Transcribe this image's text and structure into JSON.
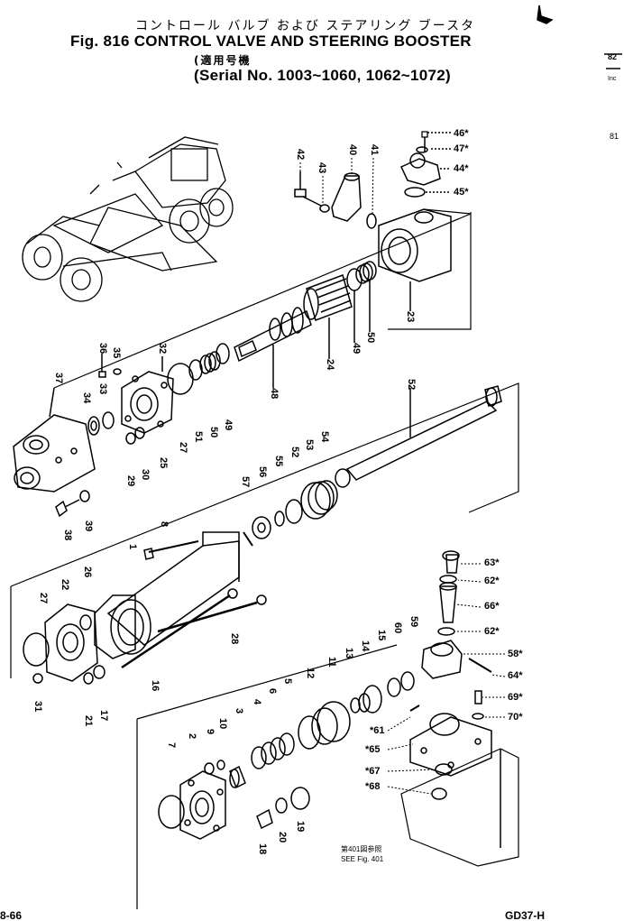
{
  "header": {
    "title_jp": "コントロール バルブ および ステアリング ブースタ",
    "title_en": "Fig. 816 CONTROL VALVE AND STEERING BOOSTER",
    "serial_jp": "(適用号機",
    "serial_en": "(Serial No. 1003~1060, 1062~1072)"
  },
  "margin_notes": {
    "top_right_1": "82",
    "top_right_2": "Inc",
    "right_page": "81"
  },
  "see_note": {
    "line1": "第401図参照",
    "line2": "SEE Fig. 401"
  },
  "footer": {
    "left": "8-66",
    "right": "GD37-H"
  },
  "callouts": [
    {
      "id": "c46",
      "text": "46*"
    },
    {
      "id": "c47",
      "text": "47*"
    },
    {
      "id": "c44",
      "text": "44*"
    },
    {
      "id": "c45",
      "text": "45*"
    },
    {
      "id": "c42",
      "text": "42"
    },
    {
      "id": "c43",
      "text": "43"
    },
    {
      "id": "c40",
      "text": "40"
    },
    {
      "id": "c41",
      "text": "41"
    },
    {
      "id": "c23",
      "text": "23"
    },
    {
      "id": "c49a",
      "text": "49"
    },
    {
      "id": "c50a",
      "text": "50"
    },
    {
      "id": "c24",
      "text": "24"
    },
    {
      "id": "c48",
      "text": "48"
    },
    {
      "id": "c36",
      "text": "36"
    },
    {
      "id": "c35",
      "text": "35"
    },
    {
      "id": "c32",
      "text": "32"
    },
    {
      "id": "c37",
      "text": "37"
    },
    {
      "id": "c34",
      "text": "34"
    },
    {
      "id": "c33",
      "text": "33"
    },
    {
      "id": "c27a",
      "text": "27"
    },
    {
      "id": "c51",
      "text": "51"
    },
    {
      "id": "c50b",
      "text": "50"
    },
    {
      "id": "c49b",
      "text": "49"
    },
    {
      "id": "c25",
      "text": "25"
    },
    {
      "id": "c29",
      "text": "29"
    },
    {
      "id": "c30",
      "text": "30"
    },
    {
      "id": "c52",
      "text": "52"
    },
    {
      "id": "c53",
      "text": "53"
    },
    {
      "id": "c54",
      "text": "54"
    },
    {
      "id": "c52b",
      "text": "52"
    },
    {
      "id": "c55",
      "text": "55"
    },
    {
      "id": "c56",
      "text": "56"
    },
    {
      "id": "c57",
      "text": "57"
    },
    {
      "id": "c38",
      "text": "38"
    },
    {
      "id": "c39",
      "text": "39"
    },
    {
      "id": "c8",
      "text": "8"
    },
    {
      "id": "c1",
      "text": "1"
    },
    {
      "id": "c27b",
      "text": "27"
    },
    {
      "id": "c22",
      "text": "22"
    },
    {
      "id": "c26",
      "text": "26"
    },
    {
      "id": "c28",
      "text": "28"
    },
    {
      "id": "c16",
      "text": "16"
    },
    {
      "id": "c31",
      "text": "31"
    },
    {
      "id": "c21",
      "text": "21"
    },
    {
      "id": "c17",
      "text": "17"
    },
    {
      "id": "c63",
      "text": "63*"
    },
    {
      "id": "c62a",
      "text": "62*"
    },
    {
      "id": "c66",
      "text": "66*"
    },
    {
      "id": "c62b",
      "text": "62*"
    },
    {
      "id": "c58",
      "text": "58*"
    },
    {
      "id": "c64",
      "text": "64*"
    },
    {
      "id": "c69",
      "text": "69*"
    },
    {
      "id": "c70",
      "text": "70*"
    },
    {
      "id": "c59",
      "text": "59"
    },
    {
      "id": "c60",
      "text": "60"
    },
    {
      "id": "c15",
      "text": "15"
    },
    {
      "id": "c14",
      "text": "14"
    },
    {
      "id": "c13",
      "text": "13"
    },
    {
      "id": "c11",
      "text": "11"
    },
    {
      "id": "c12",
      "text": "12"
    },
    {
      "id": "c5",
      "text": "5"
    },
    {
      "id": "c6",
      "text": "6"
    },
    {
      "id": "c4",
      "text": "4"
    },
    {
      "id": "c3",
      "text": "3"
    },
    {
      "id": "c10",
      "text": "10"
    },
    {
      "id": "c9",
      "text": "9"
    },
    {
      "id": "c2",
      "text": "2"
    },
    {
      "id": "c7",
      "text": "7"
    },
    {
      "id": "c61",
      "text": "*61"
    },
    {
      "id": "c65",
      "text": "*65"
    },
    {
      "id": "c67",
      "text": "*67"
    },
    {
      "id": "c68",
      "text": "*68"
    },
    {
      "id": "c18",
      "text": "18"
    },
    {
      "id": "c20",
      "text": "20"
    },
    {
      "id": "c19",
      "text": "19"
    }
  ]
}
